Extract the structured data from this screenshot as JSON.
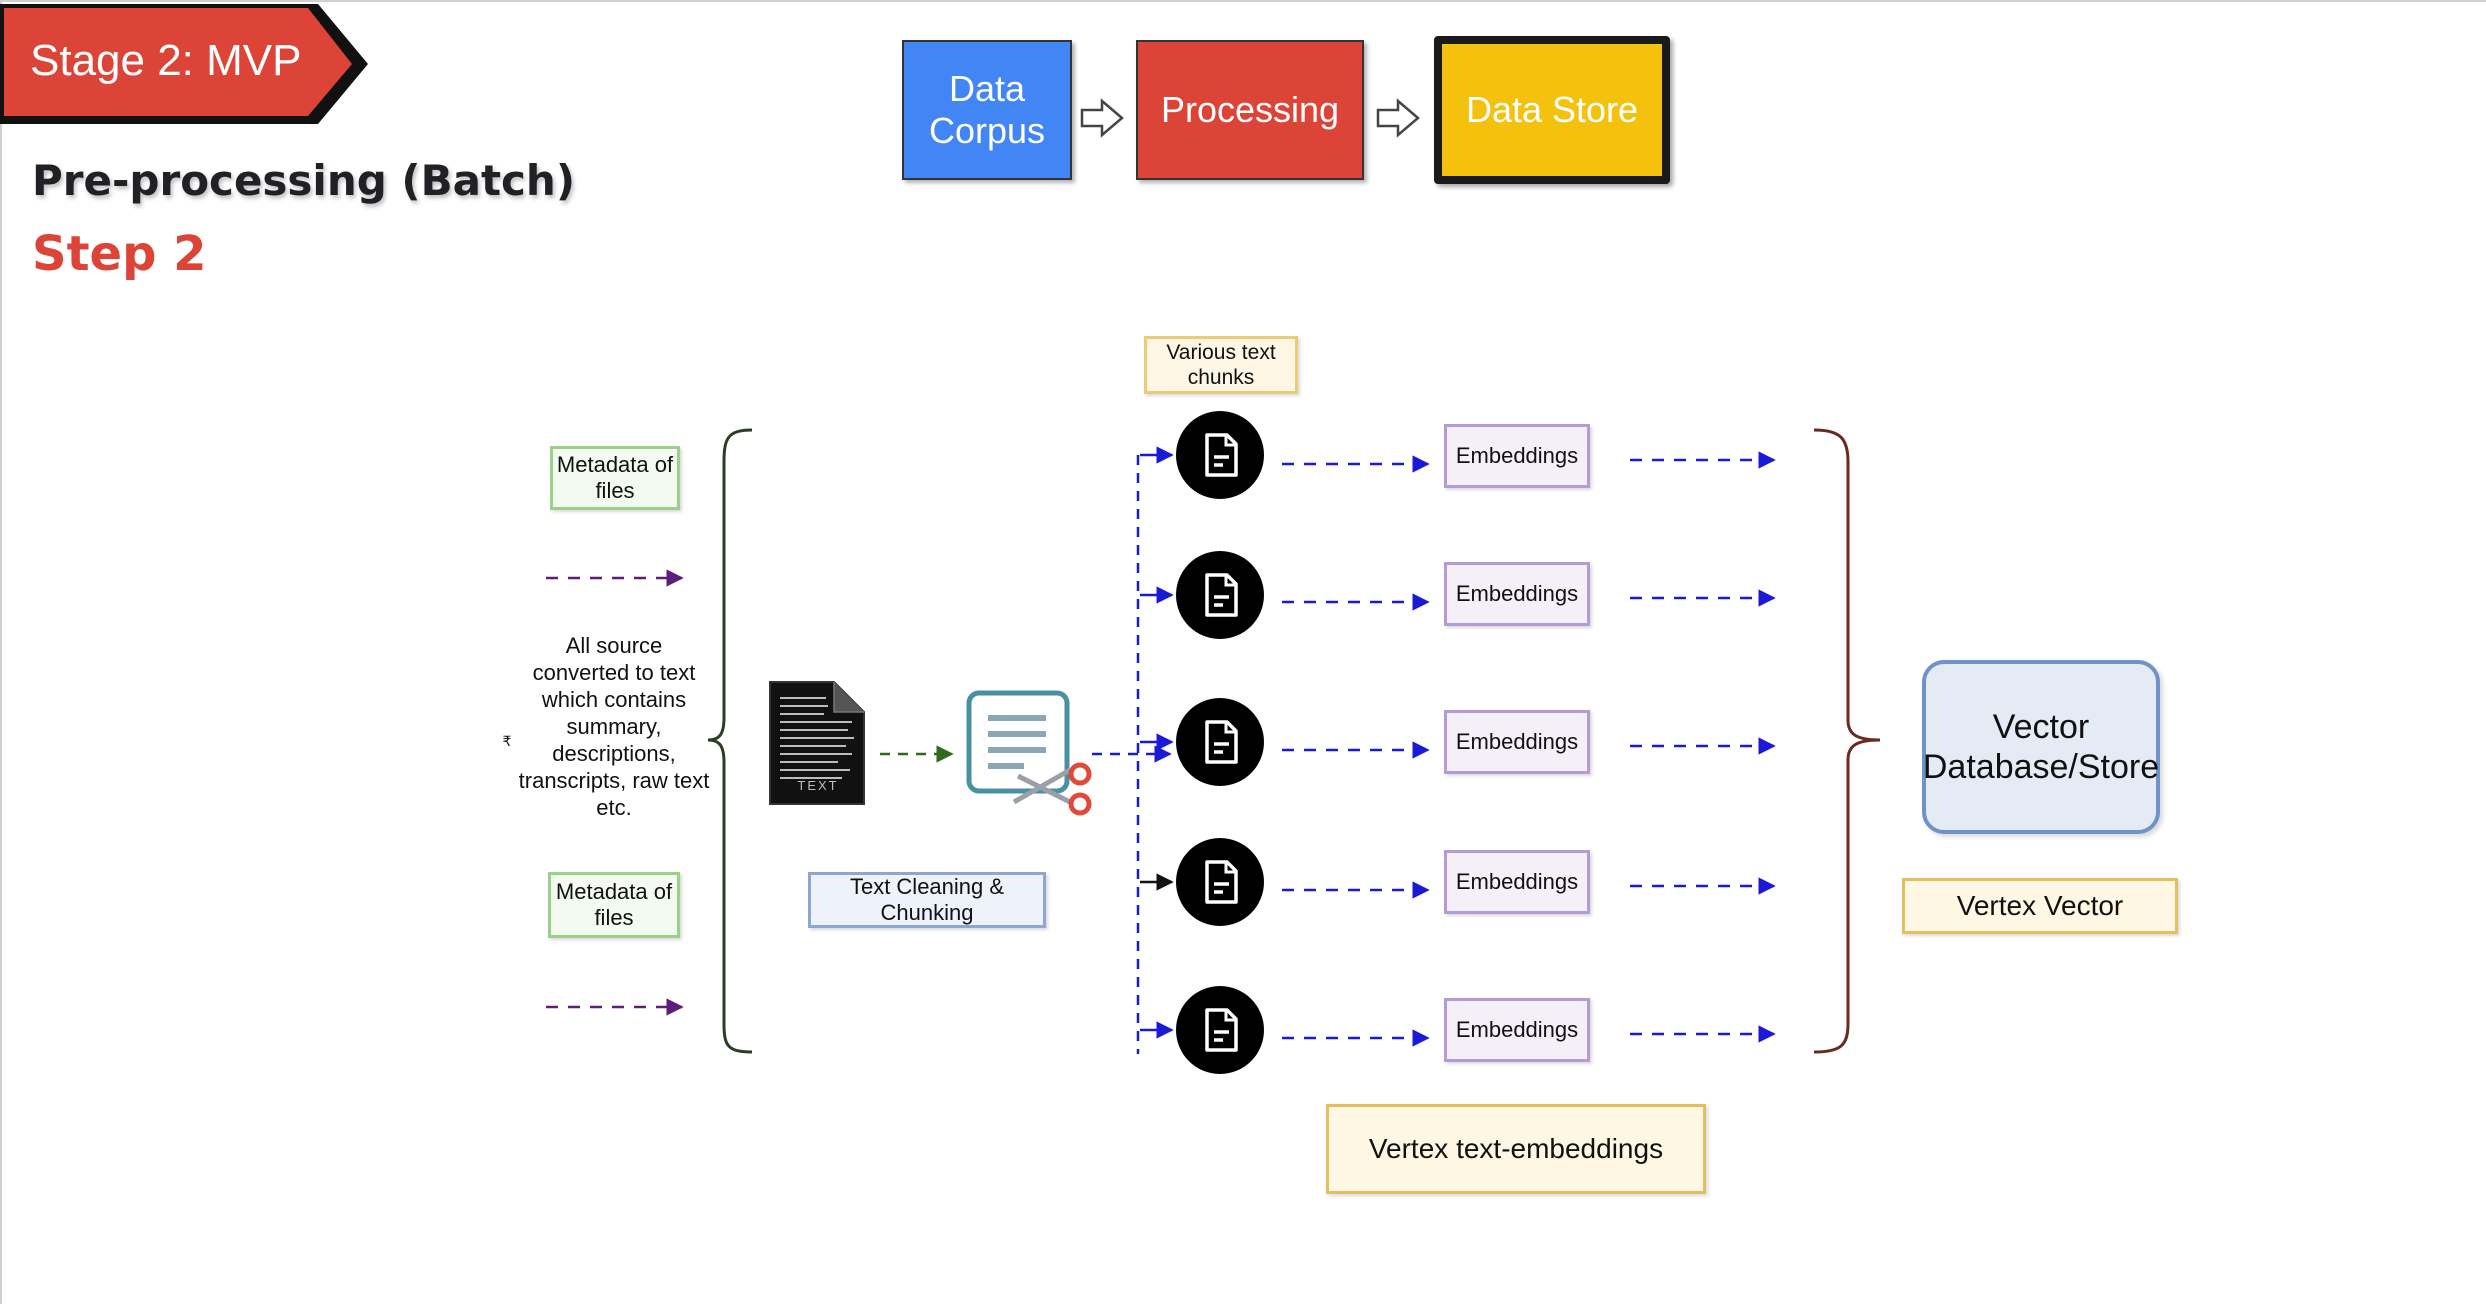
{
  "stage": {
    "label": "Stage 2: MVP",
    "color": "#db4437"
  },
  "headings": {
    "title": "Pre-processing (Batch)",
    "step": "Step 2",
    "step_color": "#db4437"
  },
  "pipeline": [
    {
      "label": "Data Corpus",
      "lines": [
        "Data",
        "Corpus"
      ],
      "color": "#4285f4"
    },
    {
      "label": "Processing",
      "lines": [
        "Processing"
      ],
      "color": "#db4437"
    },
    {
      "label": "Data Store",
      "lines": [
        "Data Store"
      ],
      "color": "#f4c20d",
      "highlighted": true
    }
  ],
  "diagram": {
    "metadata_label": "Metadata of files",
    "source_text": "All source converted to text which contains summary, descriptions, transcripts, raw text etc.",
    "small_mark": "₹",
    "file_icon_label": "TEXT",
    "cleaning_label": "Text Cleaning & Chunking",
    "chunks_label": "Various text chunks",
    "embeddings_label": "Embeddings",
    "chunk_count": 5,
    "vertex_embeddings_label": "Vertex text-embeddings",
    "vector_db_label": "Vector Database/Store",
    "vertex_vector_label": "Vertex Vector"
  }
}
